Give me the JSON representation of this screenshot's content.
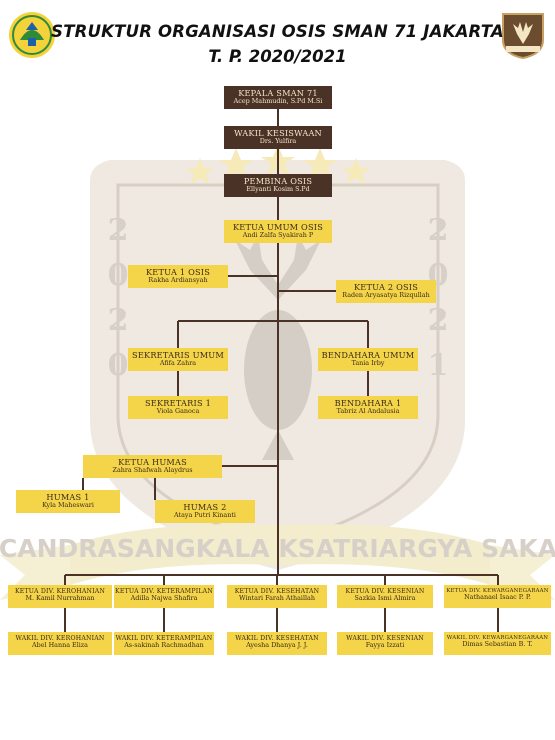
{
  "title": {
    "line1": "STRUKTUR ORGANISASI OSIS SMAN 71 JAKARTA",
    "line2": "T. P. 2020/2021"
  },
  "watermark": {
    "banner_text": "CANDRASANGKALA KSATRIARGYA SAKA",
    "digits_left": [
      "2",
      "0",
      "2",
      "0"
    ],
    "digits_right": [
      "2",
      "0",
      "2",
      "1"
    ]
  },
  "colors": {
    "brown": "#4a3226",
    "yellow": "#f4d54a",
    "line": "#4a3226"
  },
  "nodes": {
    "kepala": {
      "role": "KEPALA SMAN 71",
      "name": "Acep Mahmudin, S.Pd M.Si"
    },
    "wakil": {
      "role": "WAKIL KESISWAAN",
      "name": "Drs. Yulfira"
    },
    "pembina": {
      "role": "PEMBINA OSIS",
      "name": "Ellyanti Kosim S.Pd"
    },
    "ketua_umum": {
      "role": "KETUA UMUM OSIS",
      "name": "Andi Zalfa Syakirah P"
    },
    "ketua1": {
      "role": "KETUA 1 OSIS",
      "name": "Rakha Ardiansyah"
    },
    "ketua2": {
      "role": "KETUA 2 OSIS",
      "name": "Raden Aryasatya Rizqullah"
    },
    "sekum": {
      "role": "SEKRETARIS UMUM",
      "name": "Afifa Zahra"
    },
    "bendum": {
      "role": "BENDAHARA UMUM",
      "name": "Tania Irby"
    },
    "sek1": {
      "role": "SEKRETARIS 1",
      "name": "Viola Ganoca"
    },
    "bend1": {
      "role": "BENDAHARA 1",
      "name": "Tabriz Al Andalusia"
    },
    "ketua_humas": {
      "role": "KETUA HUMAS",
      "name": "Zahra Shafwah Alaydrus"
    },
    "humas1": {
      "role": "HUMAS 1",
      "name": "Kyla Maheswari"
    },
    "humas2": {
      "role": "HUMAS 2",
      "name": "Ataya Putri Kinanti"
    },
    "k_kerohanian": {
      "role": "KETUA DIV. KEROHANIAN",
      "name": "M. Kamil Nurrahman"
    },
    "k_keterampilan": {
      "role": "KETUA DIV. KETERAMPILAN",
      "name": "Adilla Najwa Shafira"
    },
    "k_kesehatan": {
      "role": "KETUA DIV. KESEHATAN",
      "name": "Wintari Farah Athaillah"
    },
    "k_kesenian": {
      "role": "KETUA DIV. KESENIAN",
      "name": "Sazkia Ismi Almira"
    },
    "k_kewarganegaraan": {
      "role": "KETUA DIV. KEWARGANEGARAAN",
      "name": "Nathanael Isaac P. P."
    },
    "w_kerohanian": {
      "role": "WAKIL DIV. KEROHANIAN",
      "name": "Abel Hanna Eliza"
    },
    "w_keterampilan": {
      "role": "WAKIL DIV. KETERAMPILAN",
      "name": "As-sakinah Rachmadhan"
    },
    "w_kesehatan": {
      "role": "WAKIL DIV. KESEHATAN",
      "name": "Ayesha Dhanya J. J."
    },
    "w_kesenian": {
      "role": "WAKIL DIV. KESENIAN",
      "name": "Fayya Izzati"
    },
    "w_kewarganegaraan": {
      "role": "WAKIL DIV. KEWARGANEGARAAN",
      "name": "Dimas Sebastian B. T."
    }
  }
}
